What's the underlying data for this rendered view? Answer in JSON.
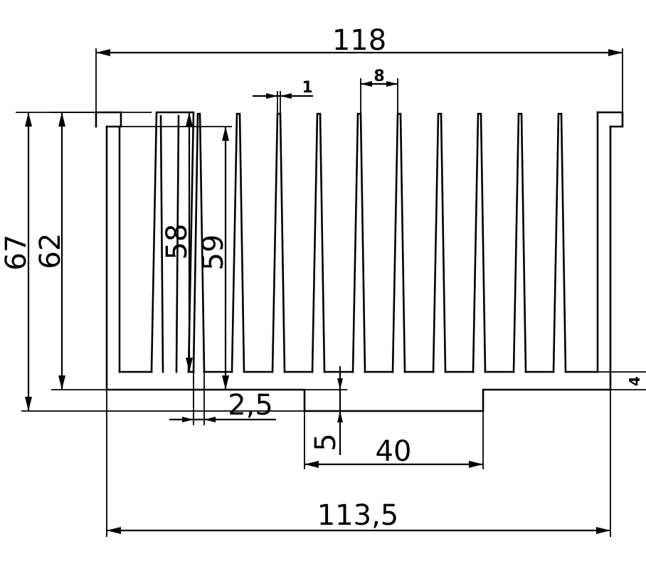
{
  "dimensions": {
    "overall_width": "118",
    "fin_pitch": "8",
    "fin_tip": "1",
    "total_height": "67",
    "fin_height": "62",
    "slot_depth": "58",
    "fin_length": "59",
    "fin_root": "2,5",
    "base_offset": "4",
    "step_height": "5",
    "step_width": "40",
    "base_width": "113,5"
  }
}
